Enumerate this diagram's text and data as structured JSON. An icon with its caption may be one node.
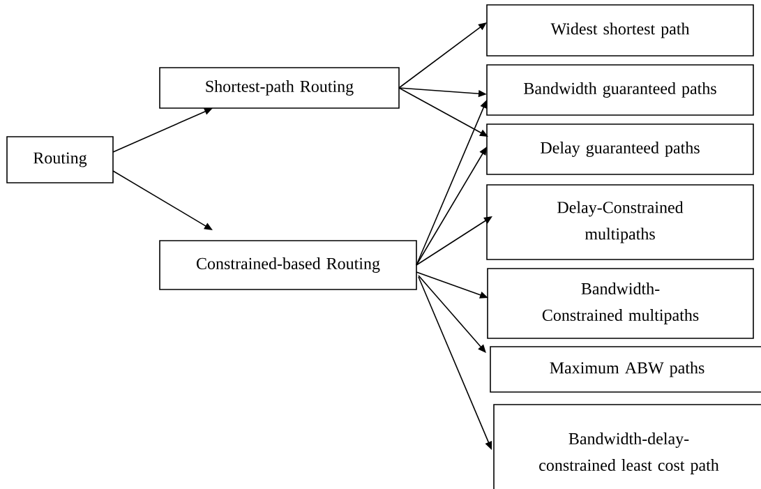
{
  "diagram": {
    "nodes": [
      {
        "text": [
          "Routing"
        ]
      },
      {
        "text": [
          "Shortest-path Routing"
        ]
      },
      {
        "text": [
          "Constrained-based Routing"
        ]
      },
      {
        "text": [
          "Widest shortest path"
        ]
      },
      {
        "text": [
          "Bandwidth guaranteed paths"
        ]
      },
      {
        "text": [
          "Delay guaranteed paths"
        ]
      },
      {
        "text": [
          "Delay-Constrained multipaths"
        ]
      },
      {
        "text": [
          "Bandwidth-Constrained multipaths"
        ]
      },
      {
        "text": [
          "Maximum ABW paths"
        ]
      },
      {
        "text": [
          "Bandwidth-delay-constrained least cost path"
        ]
      }
    ],
    "edges": [
      {
        "from": 0,
        "to": 1,
        "arrow": "to"
      },
      {
        "from": 0,
        "to": 2,
        "arrow": "to"
      },
      {
        "from": 1,
        "to": 3,
        "arrow": "to"
      },
      {
        "from": 1,
        "to": 4,
        "arrow": "to"
      },
      {
        "from": 1,
        "to": 5,
        "arrow": "to"
      },
      {
        "from": 2,
        "to": 4,
        "arrow": "to"
      },
      {
        "from": 2,
        "to": 5,
        "arrow": "to"
      },
      {
        "from": 2,
        "to": 6,
        "arrow": "to"
      },
      {
        "from": 2,
        "to": 7,
        "arrow": "to"
      },
      {
        "from": 2,
        "to": 8,
        "arrow": "to"
      },
      {
        "from": 2,
        "to": 9,
        "arrow": "to"
      }
    ]
  }
}
